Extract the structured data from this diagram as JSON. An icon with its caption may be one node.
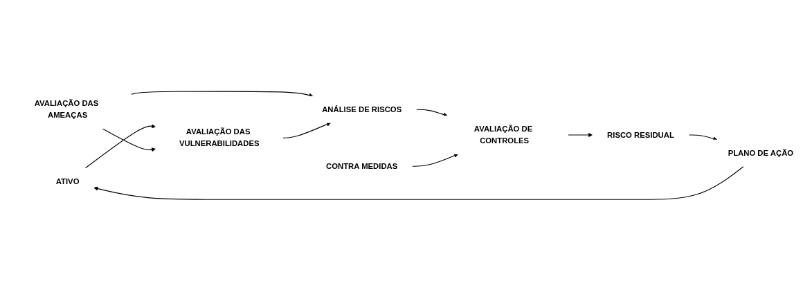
{
  "diagram": {
    "nodes": [
      {
        "text": [
          "ATIVO"
        ]
      },
      {
        "text": [
          "AVALIAÇÃO DAS AMEAÇAS"
        ]
      },
      {
        "text": [
          "CONTRA MEDIDAS"
        ]
      },
      {
        "text": [
          "AVALIAÇÃO DAS VULNERABILIDADES"
        ]
      },
      {
        "text": [
          "ANÁLISE DE RISCOS"
        ]
      },
      {
        "text": [
          "AVALIAÇÃO DE CONTROLES"
        ]
      },
      {
        "text": [
          "RISCO RESIDUAL"
        ]
      },
      {
        "text": [
          "PLANO DE AÇÃO"
        ]
      }
    ],
    "edges": [
      {
        "from": 0,
        "to": 3,
        "arrow": "to"
      },
      {
        "from": 1,
        "to": 3,
        "arrow": "to"
      },
      {
        "from": 1,
        "to": 4,
        "arrow": "to"
      },
      {
        "from": 3,
        "to": 4,
        "arrow": "to"
      },
      {
        "from": 4,
        "to": 5,
        "arrow": "to"
      },
      {
        "from": 2,
        "to": 5,
        "arrow": "to"
      },
      {
        "from": 5,
        "to": 6,
        "arrow": "to"
      },
      {
        "from": 6,
        "to": 7,
        "arrow": "to"
      },
      {
        "from": 7,
        "to": 0,
        "arrow": "to"
      }
    ]
  }
}
